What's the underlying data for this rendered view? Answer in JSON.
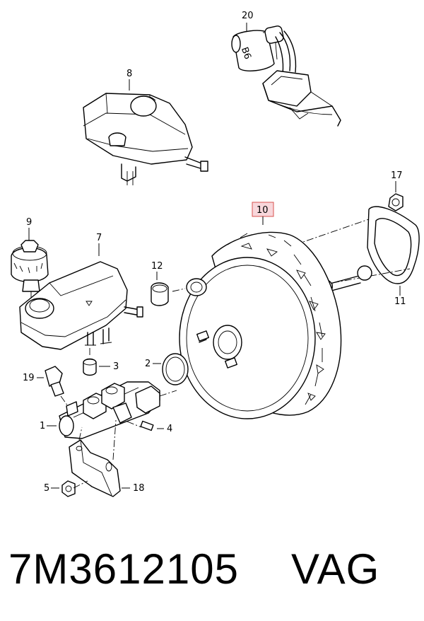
{
  "callouts": {
    "c1": "1",
    "c2": "2",
    "c3": "3",
    "c4": "4",
    "c5": "5",
    "c7": "7",
    "c8": "8",
    "c9": "9",
    "c10": "10",
    "c11": "11",
    "c12": "12",
    "c17": "17",
    "c18": "18",
    "c19": "19",
    "c20": "20"
  },
  "sensor_marking": "B6",
  "highlight_color": "#f8d7db",
  "highlight_border": "#d9534f",
  "caption": {
    "part_number": "7M3612105",
    "brand": "VAG"
  }
}
